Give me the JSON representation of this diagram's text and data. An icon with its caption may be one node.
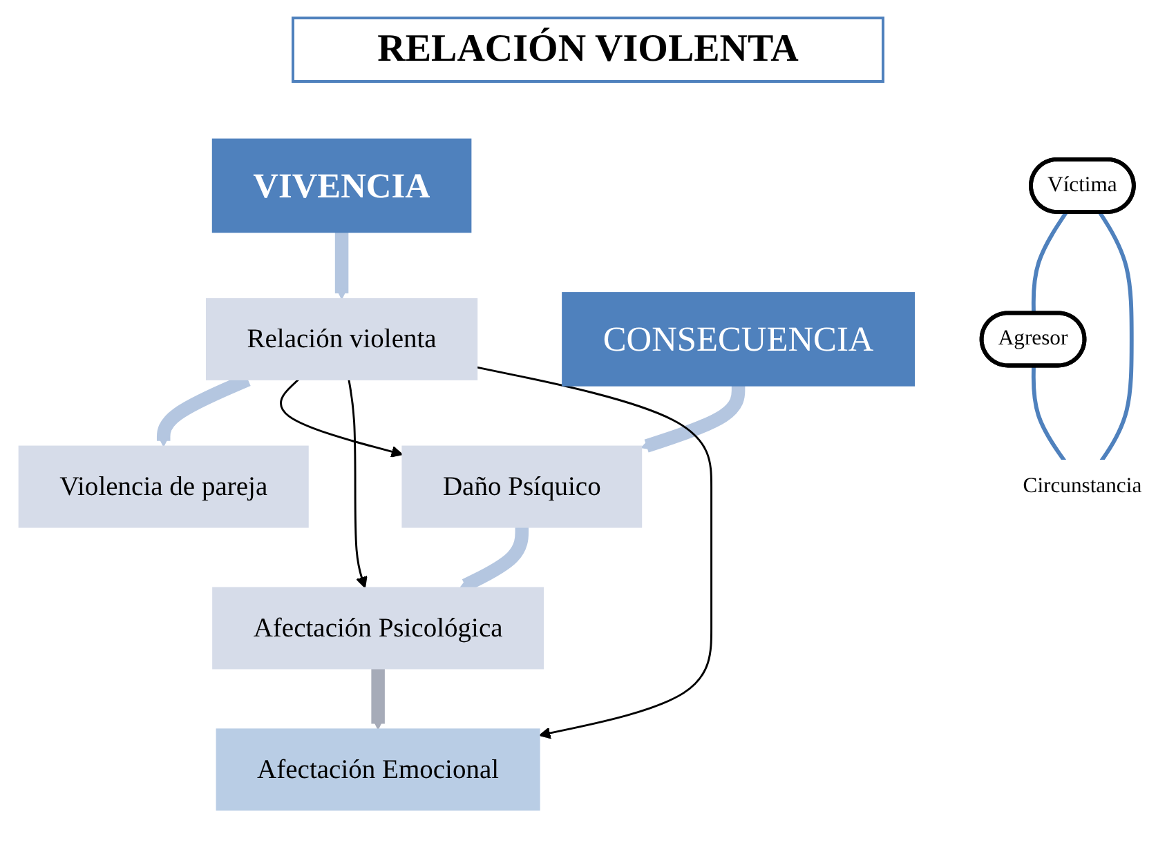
{
  "diagram": {
    "title": "RELACIÓN VIOLENTA",
    "nodes": [
      {
        "text": [
          "VIVENCIA"
        ]
      },
      {
        "text": [
          "Relación violenta"
        ]
      },
      {
        "text": [
          "Violencia de pareja"
        ]
      },
      {
        "text": [
          "CONSECUENCIA"
        ]
      },
      {
        "text": [
          "Daño Psíquico"
        ]
      },
      {
        "text": [
          "Afectación Psicológica"
        ]
      },
      {
        "text": [
          "Afectación Emocional"
        ]
      },
      {
        "text": [
          "Víctima"
        ]
      },
      {
        "text": [
          "Agresor"
        ]
      },
      {
        "text": [
          "Circunstancia"
        ]
      }
    ],
    "edges": [
      {
        "from": 0,
        "to": 1,
        "arrow": "to",
        "style": "thick"
      },
      {
        "from": 1,
        "to": 2,
        "arrow": "to",
        "style": "thick"
      },
      {
        "from": 3,
        "to": 4,
        "arrow": "to",
        "style": "thick"
      },
      {
        "from": 4,
        "to": 5,
        "arrow": "to",
        "style": "thick"
      },
      {
        "from": 5,
        "to": 6,
        "arrow": "to",
        "style": "thick",
        "color": "#a6abb8"
      },
      {
        "from": 1,
        "to": 4,
        "arrow": "to",
        "color": "#000000"
      },
      {
        "from": 1,
        "to": 5,
        "arrow": "to",
        "color": "#000000"
      },
      {
        "from": 1,
        "to": 6,
        "arrow": "to",
        "color": "#000000"
      },
      {
        "from": 7,
        "to": 8,
        "arrow": "none",
        "color": "#4f81bd"
      },
      {
        "from": 8,
        "to": 9,
        "arrow": "none",
        "color": "#4f81bd"
      },
      {
        "from": 9,
        "to": 7,
        "arrow": "none",
        "color": "#4f81bd"
      }
    ]
  }
}
